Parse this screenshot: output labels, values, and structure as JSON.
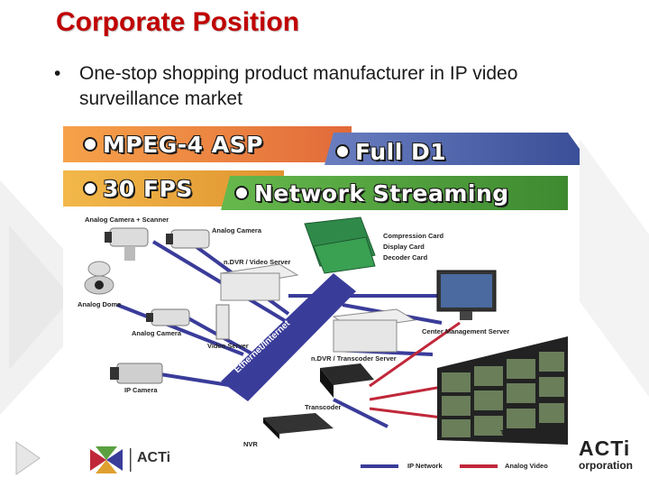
{
  "slide": {
    "title": "Corporate Position",
    "bullet": "One-stop shopping product manufacturer in IP video surveillance market",
    "bullet_marker": "•"
  },
  "figure": {
    "banners": [
      "MPEG-4 ASP",
      "Full D1",
      "30 FPS",
      "Network Streaming"
    ],
    "labels": {
      "analog_camera_scanner": "Analog Camera + Scanner",
      "analog_camera_top": "Analog Camera",
      "compression_card": "Compression Card",
      "display_card": "Display Card",
      "decoder_card": "Decoder Card",
      "ndvr_video_server": "n.DVR / Video Server",
      "analog_dome": "Analog Dome",
      "analog_camera_mid": "Analog Camera",
      "video_server": "Video Server",
      "ethernet_internet": "Ethernet/Internet",
      "center_management_server": "Center Management Server",
      "ndvr_transcoder_server": "n.DVR / Transcoder Server",
      "ip_camera": "IP Camera",
      "transcoder": "Transcoder",
      "tv_wall": "TV Wall",
      "nvr": "NVR",
      "ip_network": "IP Network",
      "analog_video": "Analog Video",
      "acti_logo": "ACTi"
    }
  },
  "corner_logo": {
    "name": "ACTi",
    "subtitle": "orporation"
  },
  "colors": {
    "title": "#c00000",
    "banner_mpeg": "#f08a3c",
    "banner_full": "#4a5fa8",
    "banner_fps": "#e8a83a",
    "banner_network": "#4c9a3c",
    "ip_network": "#3a3c9a",
    "analog_video": "#c0283a"
  }
}
